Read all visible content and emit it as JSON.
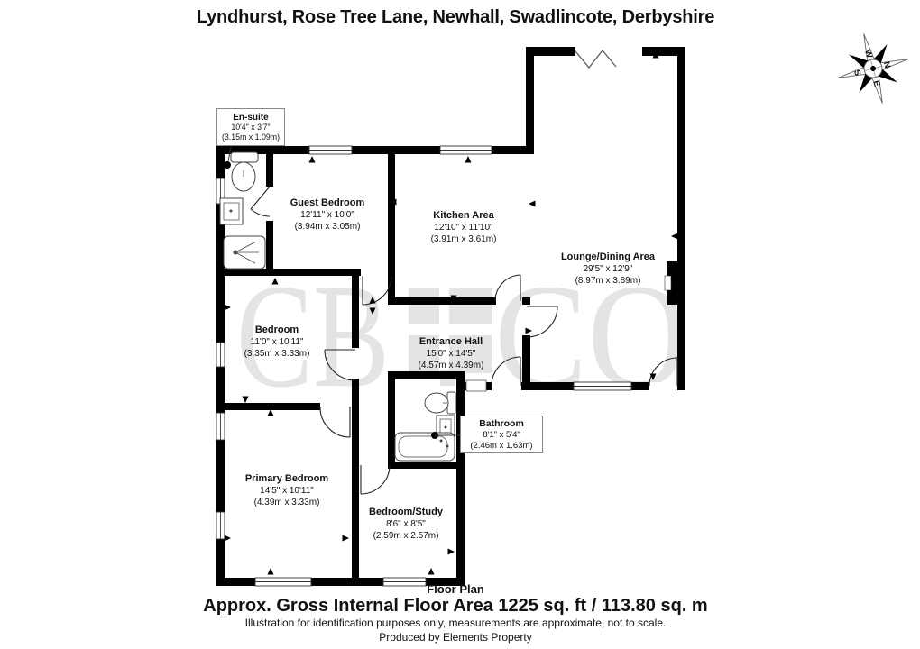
{
  "title": "Lyndhurst, Rose Tree Lane, Newhall, Swadlincote, Derbyshire",
  "watermark": {
    "left": "CB",
    "right": "CO"
  },
  "compass": {
    "n": "N",
    "e": "E",
    "s": "S",
    "w": "W"
  },
  "rooms": [
    {
      "id": "ensuite",
      "name": "En-suite",
      "imperial": "10'4\" x 3'7\"",
      "metric": "(3.15m x 1.09m)"
    },
    {
      "id": "guest-bedroom",
      "name": "Guest Bedroom",
      "imperial": "12'11\" x 10'0\"",
      "metric": "(3.94m x 3.05m)"
    },
    {
      "id": "kitchen",
      "name": "Kitchen Area",
      "imperial": "12'10\" x 11'10\"",
      "metric": "(3.91m x 3.61m)"
    },
    {
      "id": "lounge",
      "name": "Lounge/Dining Area",
      "imperial": "29'5\" x 12'9\"",
      "metric": "(8.97m x 3.89m)"
    },
    {
      "id": "bedroom",
      "name": "Bedroom",
      "imperial": "11'0\" x 10'11\"",
      "metric": "(3.35m x 3.33m)"
    },
    {
      "id": "entrance-hall",
      "name": "Entrance Hall",
      "imperial": "15'0\" x 14'5\"",
      "metric": "(4.57m x 4.39m)"
    },
    {
      "id": "bathroom",
      "name": "Bathroom",
      "imperial": "8'1\" x 5'4\"",
      "metric": "(2.46m x 1.63m)"
    },
    {
      "id": "primary-bedroom",
      "name": "Primary Bedroom",
      "imperial": "14'5\" x 10'11\"",
      "metric": "(4.39m x 3.33m)"
    },
    {
      "id": "bedroom-study",
      "name": "Bedroom/Study",
      "imperial": "8'6\" x 8'5\"",
      "metric": "(2.59m x 2.57m)"
    }
  ],
  "fixtures": {
    "ensuite": [
      "toilet",
      "basin",
      "shower"
    ],
    "bathroom": [
      "toilet",
      "basin",
      "bathtub"
    ]
  },
  "footer": {
    "plan_label": "Floor Plan",
    "area_line": "Approx. Gross Internal Floor Area 1225 sq. ft / 113.80 sq. m",
    "disclaimer": "Illustration for identification purposes only, measurements are approximate, not to scale.",
    "producer": "Produced by Elements Property"
  },
  "colors": {
    "wall": "#000000",
    "watermark": "#e4e4e4",
    "background": "#ffffff"
  }
}
